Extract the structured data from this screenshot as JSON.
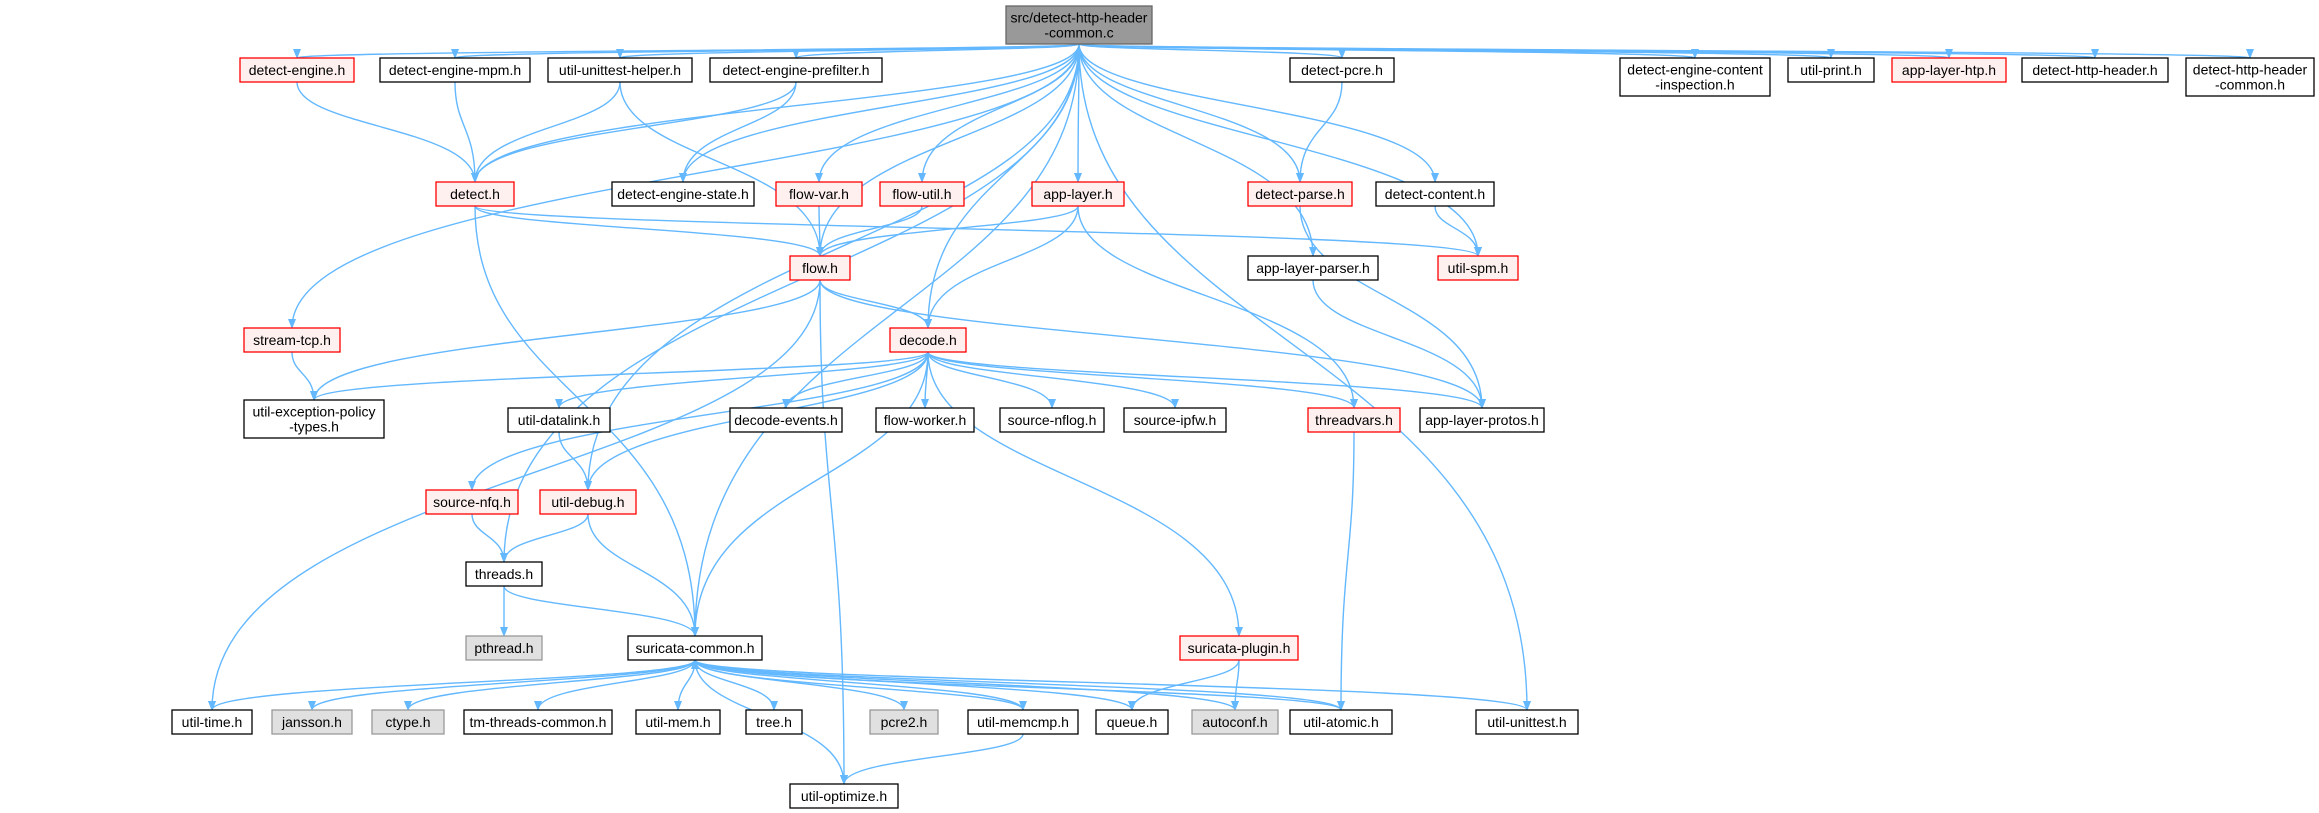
{
  "colors": {
    "edge": "#63b8ff",
    "root_fill": "#999999",
    "root_border": "#666666",
    "normal_border": "#000000",
    "truncated_border": "#ff0000",
    "truncated_fill": "#fff0f0",
    "external_fill": "#e0e0e0",
    "external_border": "#999999"
  },
  "nodes": [
    {
      "id": "root",
      "lines": [
        "src/detect-http-header",
        "-common.c"
      ],
      "style": "root"
    },
    {
      "id": "detect_engine_h",
      "lines": [
        "detect-engine.h"
      ],
      "style": "truncated"
    },
    {
      "id": "detect_engine_mpm_h",
      "lines": [
        "detect-engine-mpm.h"
      ],
      "style": "normal"
    },
    {
      "id": "util_unittest_helper_h",
      "lines": [
        "util-unittest-helper.h"
      ],
      "style": "normal"
    },
    {
      "id": "detect_engine_prefilter_h",
      "lines": [
        "detect-engine-prefilter.h"
      ],
      "style": "normal"
    },
    {
      "id": "detect_pcre_h",
      "lines": [
        "detect-pcre.h"
      ],
      "style": "normal"
    },
    {
      "id": "detect_engine_content_inspection_h",
      "lines": [
        "detect-engine-content",
        "-inspection.h"
      ],
      "style": "normal"
    },
    {
      "id": "util_print_h",
      "lines": [
        "util-print.h"
      ],
      "style": "normal"
    },
    {
      "id": "app_layer_htp_h",
      "lines": [
        "app-layer-htp.h"
      ],
      "style": "truncated"
    },
    {
      "id": "detect_http_header_h",
      "lines": [
        "detect-http-header.h"
      ],
      "style": "normal"
    },
    {
      "id": "detect_http_header_common_h",
      "lines": [
        "detect-http-header",
        "-common.h"
      ],
      "style": "normal"
    },
    {
      "id": "detect_h",
      "lines": [
        "detect.h"
      ],
      "style": "truncated"
    },
    {
      "id": "detect_engine_state_h",
      "lines": [
        "detect-engine-state.h"
      ],
      "style": "normal"
    },
    {
      "id": "flow_var_h",
      "lines": [
        "flow-var.h"
      ],
      "style": "truncated"
    },
    {
      "id": "flow_util_h",
      "lines": [
        "flow-util.h"
      ],
      "style": "truncated"
    },
    {
      "id": "app_layer_h",
      "lines": [
        "app-layer.h"
      ],
      "style": "truncated"
    },
    {
      "id": "detect_parse_h",
      "lines": [
        "detect-parse.h"
      ],
      "style": "truncated"
    },
    {
      "id": "detect_content_h",
      "lines": [
        "detect-content.h"
      ],
      "style": "normal"
    },
    {
      "id": "flow_h",
      "lines": [
        "flow.h"
      ],
      "style": "truncated"
    },
    {
      "id": "util_spm_h",
      "lines": [
        "util-spm.h"
      ],
      "style": "truncated"
    },
    {
      "id": "app_layer_parser_h",
      "lines": [
        "app-layer-parser.h"
      ],
      "style": "normal"
    },
    {
      "id": "stream_tcp_h",
      "lines": [
        "stream-tcp.h"
      ],
      "style": "truncated"
    },
    {
      "id": "decode_h",
      "lines": [
        "decode.h"
      ],
      "style": "truncated"
    },
    {
      "id": "util_exception_policy_types_h",
      "lines": [
        "util-exception-policy",
        "-types.h"
      ],
      "style": "normal"
    },
    {
      "id": "util_datalink_h",
      "lines": [
        "util-datalink.h"
      ],
      "style": "normal"
    },
    {
      "id": "decode_events_h",
      "lines": [
        "decode-events.h"
      ],
      "style": "normal"
    },
    {
      "id": "flow_worker_h",
      "lines": [
        "flow-worker.h"
      ],
      "style": "normal"
    },
    {
      "id": "source_nflog_h",
      "lines": [
        "source-nflog.h"
      ],
      "style": "normal"
    },
    {
      "id": "source_ipfw_h",
      "lines": [
        "source-ipfw.h"
      ],
      "style": "normal"
    },
    {
      "id": "threadvars_h",
      "lines": [
        "threadvars.h"
      ],
      "style": "truncated"
    },
    {
      "id": "app_layer_protos_h",
      "lines": [
        "app-layer-protos.h"
      ],
      "style": "normal"
    },
    {
      "id": "source_nfq_h",
      "lines": [
        "source-nfq.h"
      ],
      "style": "truncated"
    },
    {
      "id": "util_debug_h",
      "lines": [
        "util-debug.h"
      ],
      "style": "truncated"
    },
    {
      "id": "threads_h",
      "lines": [
        "threads.h"
      ],
      "style": "normal"
    },
    {
      "id": "pthread_h",
      "lines": [
        "pthread.h"
      ],
      "style": "external"
    },
    {
      "id": "suricata_common_h",
      "lines": [
        "suricata-common.h"
      ],
      "style": "normal"
    },
    {
      "id": "suricata_plugin_h",
      "lines": [
        "suricata-plugin.h"
      ],
      "style": "truncated"
    },
    {
      "id": "util_time_h",
      "lines": [
        "util-time.h"
      ],
      "style": "normal"
    },
    {
      "id": "jansson_h",
      "lines": [
        "jansson.h"
      ],
      "style": "external"
    },
    {
      "id": "ctype_h",
      "lines": [
        "ctype.h"
      ],
      "style": "external"
    },
    {
      "id": "tm_threads_common_h",
      "lines": [
        "tm-threads-common.h"
      ],
      "style": "normal"
    },
    {
      "id": "util_mem_h",
      "lines": [
        "util-mem.h"
      ],
      "style": "normal"
    },
    {
      "id": "tree_h",
      "lines": [
        "tree.h"
      ],
      "style": "normal"
    },
    {
      "id": "pcre2_h",
      "lines": [
        "pcre2.h"
      ],
      "style": "external"
    },
    {
      "id": "util_memcmp_h",
      "lines": [
        "util-memcmp.h"
      ],
      "style": "normal"
    },
    {
      "id": "queue_h",
      "lines": [
        "queue.h"
      ],
      "style": "normal"
    },
    {
      "id": "autoconf_h",
      "lines": [
        "autoconf.h"
      ],
      "style": "external"
    },
    {
      "id": "util_atomic_h",
      "lines": [
        "util-atomic.h"
      ],
      "style": "normal"
    },
    {
      "id": "util_unittest_h",
      "lines": [
        "util-unittest.h"
      ],
      "style": "normal"
    },
    {
      "id": "util_optimize_h",
      "lines": [
        "util-optimize.h"
      ],
      "style": "normal"
    }
  ],
  "edges": [
    [
      "root",
      "detect_engine_h"
    ],
    [
      "root",
      "detect_engine_mpm_h"
    ],
    [
      "root",
      "util_unittest_helper_h"
    ],
    [
      "root",
      "detect_engine_prefilter_h"
    ],
    [
      "root",
      "detect_pcre_h"
    ],
    [
      "root",
      "detect_engine_content_inspection_h"
    ],
    [
      "root",
      "util_print_h"
    ],
    [
      "root",
      "app_layer_htp_h"
    ],
    [
      "root",
      "detect_http_header_h"
    ],
    [
      "root",
      "detect_http_header_common_h"
    ],
    [
      "root",
      "detect_h"
    ],
    [
      "root",
      "detect_engine_state_h"
    ],
    [
      "root",
      "flow_var_h"
    ],
    [
      "root",
      "flow_util_h"
    ],
    [
      "root",
      "app_layer_h"
    ],
    [
      "root",
      "detect_parse_h"
    ],
    [
      "root",
      "detect_content_h"
    ],
    [
      "root",
      "flow_h"
    ],
    [
      "root",
      "util_spm_h"
    ],
    [
      "root",
      "app_layer_parser_h"
    ],
    [
      "root",
      "stream_tcp_h"
    ],
    [
      "root",
      "decode_h"
    ],
    [
      "root",
      "util_debug_h"
    ],
    [
      "root",
      "threads_h"
    ],
    [
      "root",
      "suricata_common_h"
    ],
    [
      "root",
      "util_unittest_h"
    ],
    [
      "detect_engine_h",
      "detect_h"
    ],
    [
      "detect_engine_mpm_h",
      "detect_h"
    ],
    [
      "util_unittest_helper_h",
      "detect_h"
    ],
    [
      "util_unittest_helper_h",
      "flow_h"
    ],
    [
      "detect_engine_prefilter_h",
      "detect_h"
    ],
    [
      "detect_engine_prefilter_h",
      "detect_engine_state_h"
    ],
    [
      "detect_pcre_h",
      "detect_parse_h"
    ],
    [
      "detect_h",
      "flow_h"
    ],
    [
      "detect_h",
      "util_spm_h"
    ],
    [
      "detect_h",
      "suricata_common_h"
    ],
    [
      "flow_var_h",
      "flow_h"
    ],
    [
      "flow_util_h",
      "flow_h"
    ],
    [
      "app_layer_h",
      "flow_h"
    ],
    [
      "app_layer_h",
      "decode_h"
    ],
    [
      "app_layer_h",
      "threadvars_h"
    ],
    [
      "detect_parse_h",
      "app_layer_protos_h"
    ],
    [
      "detect_content_h",
      "util_spm_h"
    ],
    [
      "app_layer_parser_h",
      "app_layer_protos_h"
    ],
    [
      "flow_h",
      "decode_h"
    ],
    [
      "flow_h",
      "util_exception_policy_types_h"
    ],
    [
      "flow_h",
      "app_layer_protos_h"
    ],
    [
      "flow_h",
      "util_time_h"
    ],
    [
      "flow_h",
      "util_optimize_h"
    ],
    [
      "stream_tcp_h",
      "util_exception_policy_types_h"
    ],
    [
      "decode_h",
      "util_exception_policy_types_h"
    ],
    [
      "decode_h",
      "util_datalink_h"
    ],
    [
      "decode_h",
      "decode_events_h"
    ],
    [
      "decode_h",
      "flow_worker_h"
    ],
    [
      "decode_h",
      "source_nflog_h"
    ],
    [
      "decode_h",
      "source_ipfw_h"
    ],
    [
      "decode_h",
      "threadvars_h"
    ],
    [
      "decode_h",
      "app_layer_protos_h"
    ],
    [
      "decode_h",
      "source_nfq_h"
    ],
    [
      "decode_h",
      "util_debug_h"
    ],
    [
      "decode_h",
      "suricata_common_h"
    ],
    [
      "decode_h",
      "suricata_plugin_h"
    ],
    [
      "util_datalink_h",
      "util_debug_h"
    ],
    [
      "source_nfq_h",
      "threads_h"
    ],
    [
      "util_debug_h",
      "threads_h"
    ],
    [
      "util_debug_h",
      "suricata_common_h"
    ],
    [
      "threads_h",
      "pthread_h"
    ],
    [
      "threads_h",
      "suricata_common_h"
    ],
    [
      "threadvars_h",
      "util_atomic_h"
    ],
    [
      "suricata_plugin_h",
      "queue_h"
    ],
    [
      "suricata_plugin_h",
      "autoconf_h"
    ],
    [
      "suricata_common_h",
      "util_time_h"
    ],
    [
      "suricata_common_h",
      "jansson_h"
    ],
    [
      "suricata_common_h",
      "ctype_h"
    ],
    [
      "suricata_common_h",
      "tm_threads_common_h"
    ],
    [
      "suricata_common_h",
      "util_mem_h"
    ],
    [
      "suricata_common_h",
      "tree_h"
    ],
    [
      "suricata_common_h",
      "pcre2_h"
    ],
    [
      "suricata_common_h",
      "util_memcmp_h"
    ],
    [
      "suricata_common_h",
      "queue_h"
    ],
    [
      "suricata_common_h",
      "autoconf_h"
    ],
    [
      "suricata_common_h",
      "util_atomic_h"
    ],
    [
      "suricata_common_h",
      "util_unittest_h"
    ],
    [
      "suricata_common_h",
      "util_optimize_h"
    ],
    [
      "util_memcmp_h",
      "suricata_common_h"
    ],
    [
      "util_memcmp_h",
      "util_optimize_h"
    ],
    [
      "util_atomic_h",
      "suricata_common_h"
    ]
  ]
}
